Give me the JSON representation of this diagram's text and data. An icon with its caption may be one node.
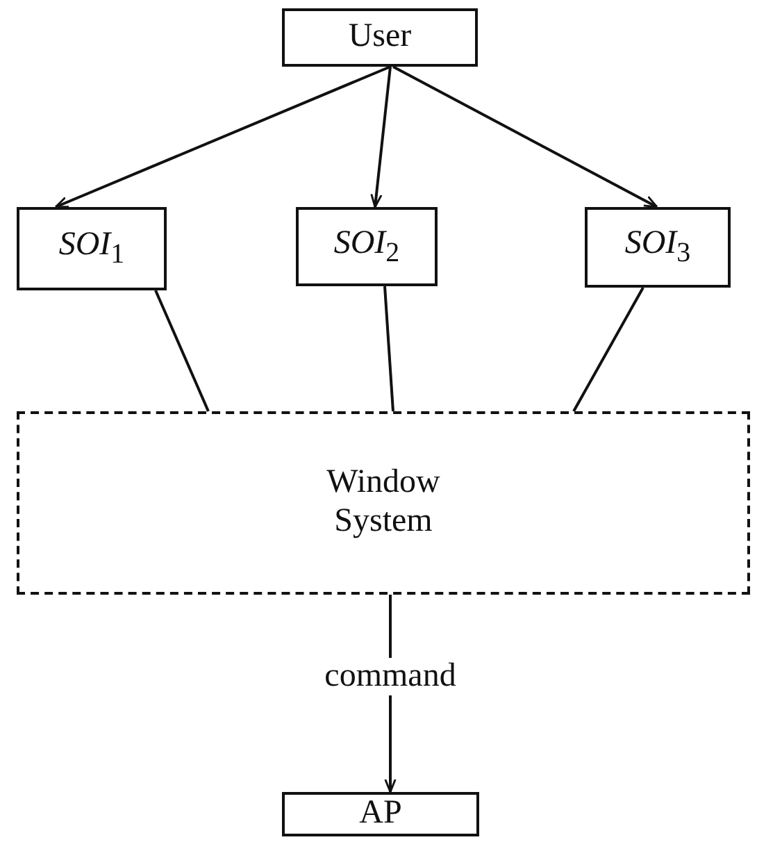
{
  "diagram": {
    "nodes": [
      {
        "text": [
          "User"
        ]
      },
      {
        "text": [
          "*SOI*$_{1}$"
        ]
      },
      {
        "text": [
          "*SOI*$_{2}$"
        ]
      },
      {
        "text": [
          "*SOI*$_{3}$"
        ]
      },
      {
        "text": [
          "Window System"
        ]
      },
      {
        "text": [
          "AP"
        ]
      }
    ],
    "edges": [
      {
        "from": 0,
        "to": 1,
        "arrow": "to"
      },
      {
        "from": 0,
        "to": 2,
        "arrow": "to"
      },
      {
        "from": 0,
        "to": 3,
        "arrow": "to"
      },
      {
        "from": 1,
        "to": 4,
        "arrow": "none"
      },
      {
        "from": 2,
        "to": 4,
        "arrow": "none"
      },
      {
        "from": 3,
        "to": 4,
        "arrow": "none"
      },
      {
        "from": 4,
        "to": 5,
        "arrow": "to",
        "label": "command"
      }
    ]
  }
}
